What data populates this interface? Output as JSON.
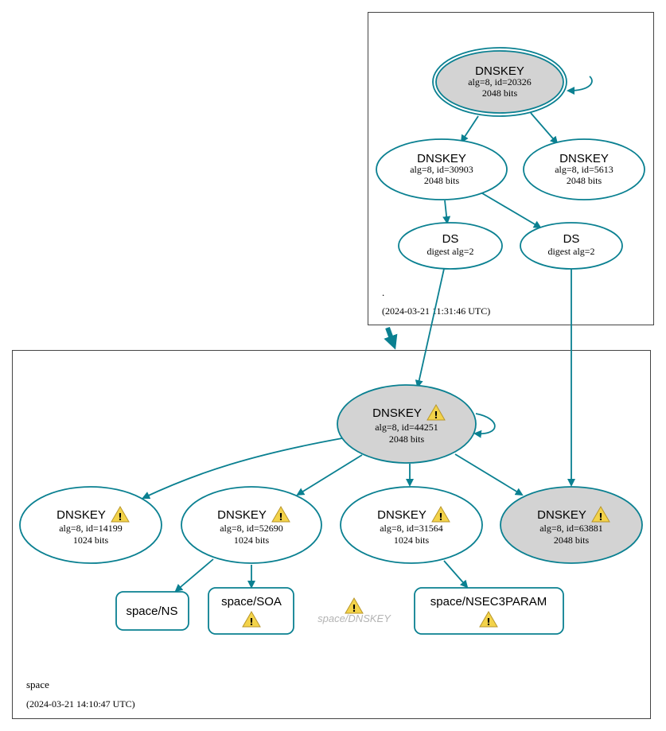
{
  "zones": {
    "root": {
      "name": ".",
      "timestamp": "(2024-03-21 11:31:46 UTC)"
    },
    "space": {
      "name": "space",
      "timestamp": "(2024-03-21 14:10:47 UTC)"
    }
  },
  "nodes": {
    "root_ksk": {
      "title": "DNSKEY",
      "line1": "alg=8, id=20326",
      "line2": "2048 bits"
    },
    "root_zsk1": {
      "title": "DNSKEY",
      "line1": "alg=8, id=30903",
      "line2": "2048 bits"
    },
    "root_zsk2": {
      "title": "DNSKEY",
      "line1": "alg=8, id=5613",
      "line2": "2048 bits"
    },
    "ds1": {
      "title": "DS",
      "line1": "digest alg=2"
    },
    "ds2": {
      "title": "DS",
      "line1": "digest alg=2"
    },
    "space_ksk": {
      "title": "DNSKEY",
      "line1": "alg=8, id=44251",
      "line2": "2048 bits"
    },
    "space_k1": {
      "title": "DNSKEY",
      "line1": "alg=8, id=14199",
      "line2": "1024 bits"
    },
    "space_k2": {
      "title": "DNSKEY",
      "line1": "alg=8, id=52690",
      "line2": "1024 bits"
    },
    "space_k3": {
      "title": "DNSKEY",
      "line1": "alg=8, id=31564",
      "line2": "1024 bits"
    },
    "space_k4": {
      "title": "DNSKEY",
      "line1": "alg=8, id=63881",
      "line2": "2048 bits"
    },
    "rr_ns": {
      "title": "space/NS"
    },
    "rr_soa": {
      "title": "space/SOA"
    },
    "rr_nsec3param": {
      "title": "space/NSEC3PARAM"
    },
    "rr_dnskey": {
      "title": "space/DNSKEY"
    }
  },
  "colors": {
    "edge": "#0a8091",
    "node_fill_ksk": "#d3d3d3",
    "node_fill": "#ffffff",
    "warning": "#f3d34a"
  },
  "icons": {
    "warning": "warning-icon",
    "bang": "!"
  }
}
